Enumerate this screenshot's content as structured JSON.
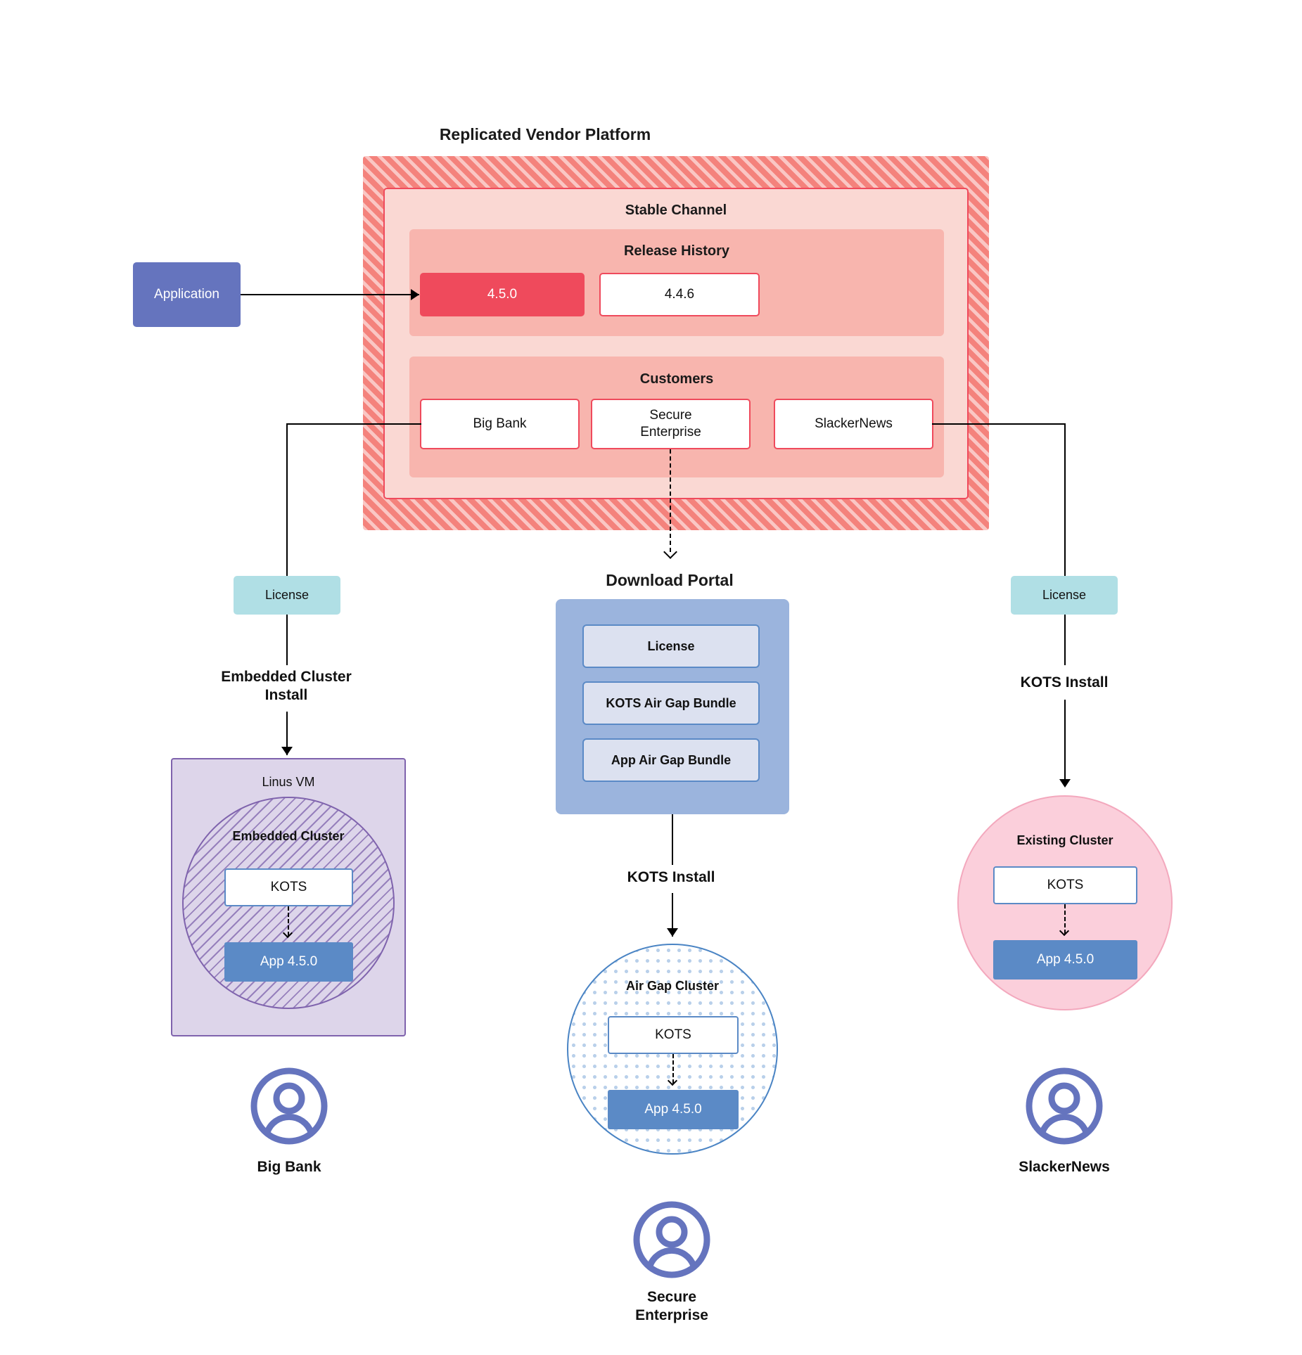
{
  "diagram": {
    "title": "Replicated Vendor Platform",
    "accent_colors": {
      "platform_hatch": "#f4827c",
      "platform_border": "#ef4a5c",
      "stable_channel_bg": "#fad8d3",
      "release_history_bg": "#f8b5ae",
      "current_release_bg": "#ef4a5c",
      "application_bg": "#6574be",
      "license_bg": "#b0dfe5",
      "portal_bg": "#9bb4dd",
      "portal_item_bg": "#dce1f0",
      "vm_bg": "#ddd5ea",
      "vm_border": "#7f63ad",
      "airgap_border": "#4a84c4",
      "existing_cluster_bg": "#fbcfdb",
      "existing_cluster_border": "#f3a8bd",
      "app_version_bg": "#5b8ac6",
      "persona_color": "#6574be"
    }
  },
  "application": {
    "label": "Application"
  },
  "platform": {
    "channel_title": "Stable Channel",
    "release_history": {
      "title": "Release History",
      "releases": [
        {
          "version": "4.5.0",
          "current": true
        },
        {
          "version": "4.4.6",
          "current": false
        }
      ]
    },
    "customers": {
      "title": "Customers",
      "items": [
        {
          "name": "Big Bank"
        },
        {
          "name": "Secure\nEnterprise"
        },
        {
          "name": "SlackerNews"
        }
      ]
    }
  },
  "branches": {
    "left": {
      "license_label": "License",
      "install_label": "Embedded Cluster\nInstall",
      "vm_label": "Linus VM",
      "cluster_label": "Embedded Cluster",
      "kots_label": "KOTS",
      "app_label": "App 4.5.0",
      "persona_label": "Big Bank"
    },
    "middle": {
      "portal_title": "Download  Portal",
      "portal_items": [
        "License",
        "KOTS Air Gap Bundle",
        "App Air Gap Bundle"
      ],
      "install_label": "KOTS Install",
      "cluster_label": "Air Gap Cluster",
      "kots_label": "KOTS",
      "app_label": "App 4.5.0",
      "persona_label": "Secure\nEnterprise"
    },
    "right": {
      "license_label": "License",
      "install_label": "KOTS Install",
      "cluster_label": "Existing Cluster",
      "kots_label": "KOTS",
      "app_label": "App 4.5.0",
      "persona_label": "SlackerNews"
    }
  }
}
